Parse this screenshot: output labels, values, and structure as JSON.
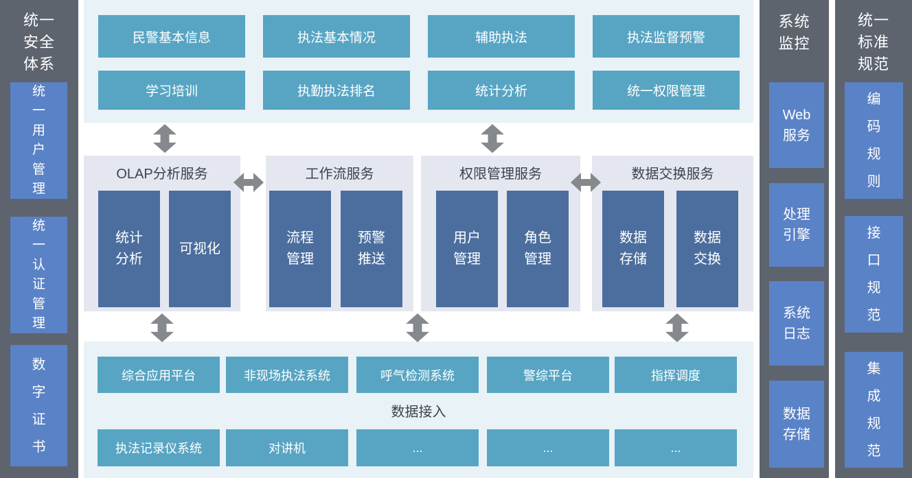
{
  "colors": {
    "sidebar_bg": "#5e646e",
    "blue_box": "#5a82c6",
    "teal_box": "#57a5c3",
    "light_band_bg": "#e9f2f6",
    "group_bg": "#e5e7f0",
    "inner_box_bg": "#4b6e9e",
    "arrow": "#85888c",
    "dark_text": "#3c434c"
  },
  "left_sidebar": {
    "title": "统一\n安全\n体系",
    "items": [
      "统一用户管理",
      "统一认证管理",
      "数字证书"
    ]
  },
  "top_modules": {
    "row1": [
      "民警基本信息",
      "执法基本情况",
      "辅助执法",
      "执法监督预警"
    ],
    "row2": [
      "学习培训",
      "执勤执法排名",
      "统计分析",
      "统一权限管理"
    ]
  },
  "services": [
    {
      "title": "OLAP分析服务",
      "children": [
        "统计\n分析",
        "可视化"
      ]
    },
    {
      "title": "工作流服务",
      "children": [
        "流程\n管理",
        "预警\n推送"
      ]
    },
    {
      "title": "权限管理服务",
      "children": [
        "用户\n管理",
        "角色\n管理"
      ]
    },
    {
      "title": "数据交换服务",
      "children": [
        "数据\n存储",
        "数据\n交换"
      ]
    }
  ],
  "data_access": {
    "label": "数据接入",
    "row1": [
      "综合应用平台",
      "非现场执法系统",
      "呼气检测系统",
      "警综平台",
      "指挥调度"
    ],
    "row2": [
      "执法记录仪系统",
      "对讲机",
      "...",
      "...",
      "..."
    ]
  },
  "monitor_column": {
    "title": "系统\n监控",
    "items": [
      "Web\n服务",
      "处理\n引擎",
      "系统\n日志",
      "数据\n存储"
    ]
  },
  "standards_column": {
    "title": "统一\n标准\n规范",
    "items": [
      "编码规则",
      "接口规范",
      "集成规范"
    ]
  }
}
